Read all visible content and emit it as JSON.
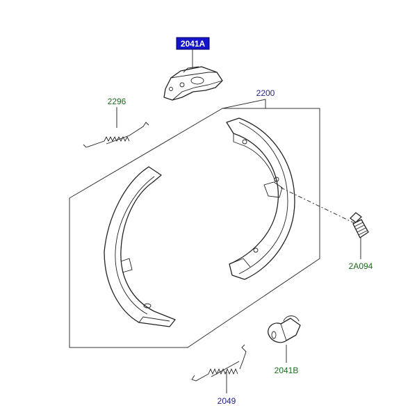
{
  "colors": {
    "label_text_dark_blue": "#1f1f8f",
    "label_text_green": "#1a6b1a",
    "highlight_box_fill": "#1414c8",
    "highlight_box_text": "#ffffff",
    "line": "#333333"
  },
  "parts": {
    "actuator": {
      "code": "2041A",
      "highlighted": true
    },
    "upper_spring": {
      "code": "2296"
    },
    "shoe_set": {
      "code": "2200"
    },
    "adjuster_bolt": {
      "code": "2A094"
    },
    "cylinder_pin": {
      "code": "2041B"
    },
    "lower_spring": {
      "code": "2049"
    }
  }
}
